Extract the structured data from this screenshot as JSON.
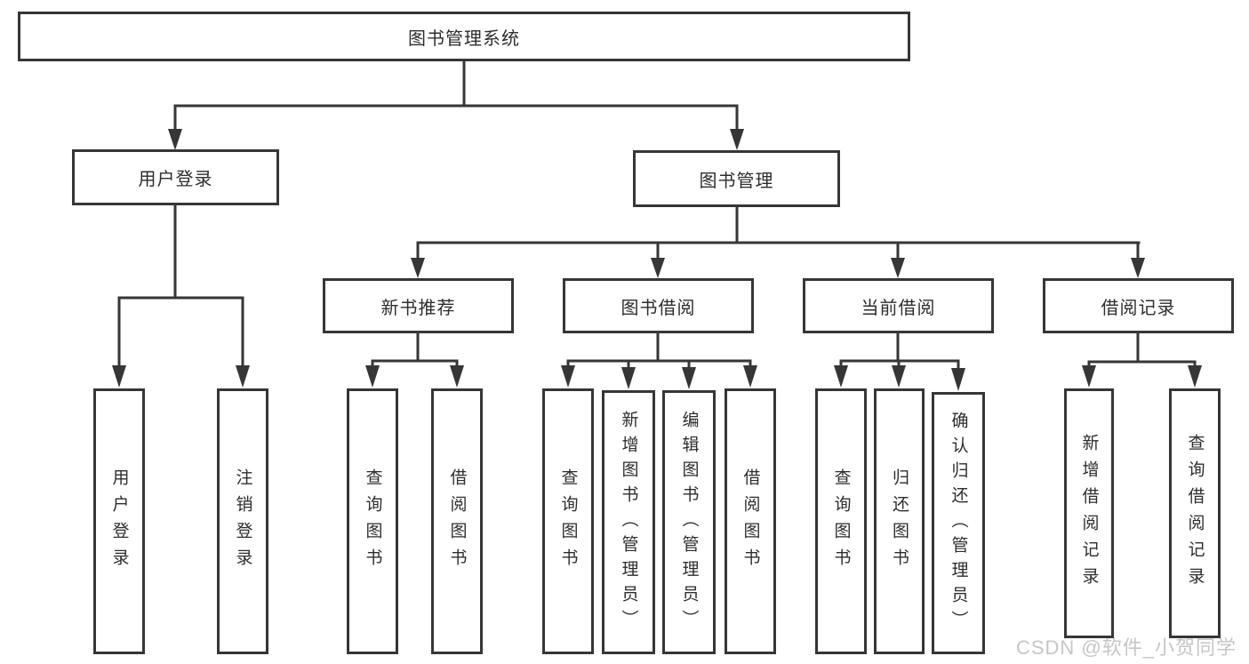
{
  "watermark": "CSDN @软件_小贺同学",
  "colors": {
    "background": "#ffffff",
    "line": "#363636",
    "border": "#363636",
    "text": "#2d2d2d",
    "watermark": "#c6c6c6"
  },
  "tree": {
    "label": "图书管理系统",
    "children": [
      {
        "label": "用户登录",
        "children": [
          {
            "label": "用户登录"
          },
          {
            "label": "注销登录"
          }
        ]
      },
      {
        "label": "图书管理",
        "children": [
          {
            "label": "新书推荐",
            "children": [
              {
                "label": "查询图书"
              },
              {
                "label": "借阅图书"
              }
            ]
          },
          {
            "label": "图书借阅",
            "children": [
              {
                "label": "查询图书"
              },
              {
                "label": "新增图书（管理员）"
              },
              {
                "label": "编辑图书（管理员）"
              },
              {
                "label": "借阅图书"
              }
            ]
          },
          {
            "label": "当前借阅",
            "children": [
              {
                "label": "查询图书"
              },
              {
                "label": "归还图书"
              },
              {
                "label": "确认归还（管理员）"
              }
            ]
          },
          {
            "label": "借阅记录",
            "children": [
              {
                "label": "新增借阅记录"
              },
              {
                "label": "查询借阅记录"
              }
            ]
          }
        ]
      }
    ]
  }
}
